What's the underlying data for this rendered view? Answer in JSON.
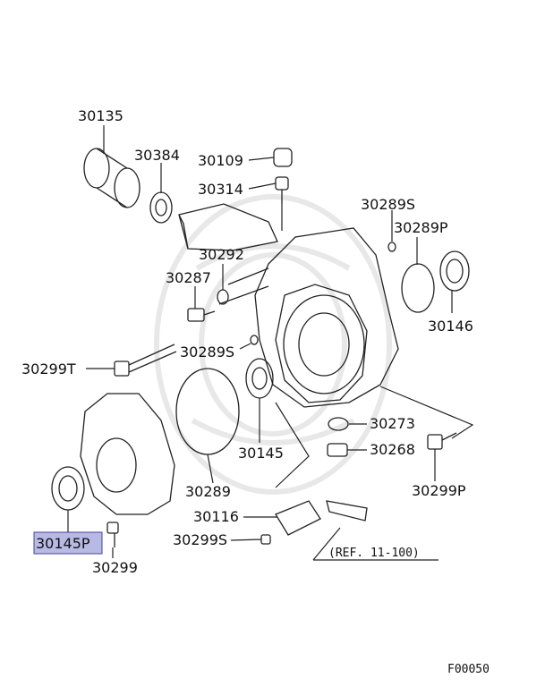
{
  "diagram_code": "F00050",
  "reference_note": "(REF. 11-100)",
  "highlight_color": "#b9b9e6",
  "labels": [
    {
      "id": "30135",
      "text": "30135"
    },
    {
      "id": "30384",
      "text": "30384"
    },
    {
      "id": "30109",
      "text": "30109"
    },
    {
      "id": "30314",
      "text": "30314"
    },
    {
      "id": "30289S_top",
      "text": "30289S"
    },
    {
      "id": "30289P",
      "text": "30289P"
    },
    {
      "id": "30292",
      "text": "30292"
    },
    {
      "id": "30287",
      "text": "30287"
    },
    {
      "id": "30146",
      "text": "30146"
    },
    {
      "id": "30289S_mid",
      "text": "30289S"
    },
    {
      "id": "30299T",
      "text": "30299T"
    },
    {
      "id": "30273",
      "text": "30273"
    },
    {
      "id": "30268",
      "text": "30268"
    },
    {
      "id": "30145",
      "text": "30145"
    },
    {
      "id": "30299P",
      "text": "30299P"
    },
    {
      "id": "30289",
      "text": "30289"
    },
    {
      "id": "30116",
      "text": "30116"
    },
    {
      "id": "30145P",
      "text": "30145P",
      "highlighted": true
    },
    {
      "id": "30299S",
      "text": "30299S"
    },
    {
      "id": "30299",
      "text": "30299"
    }
  ]
}
